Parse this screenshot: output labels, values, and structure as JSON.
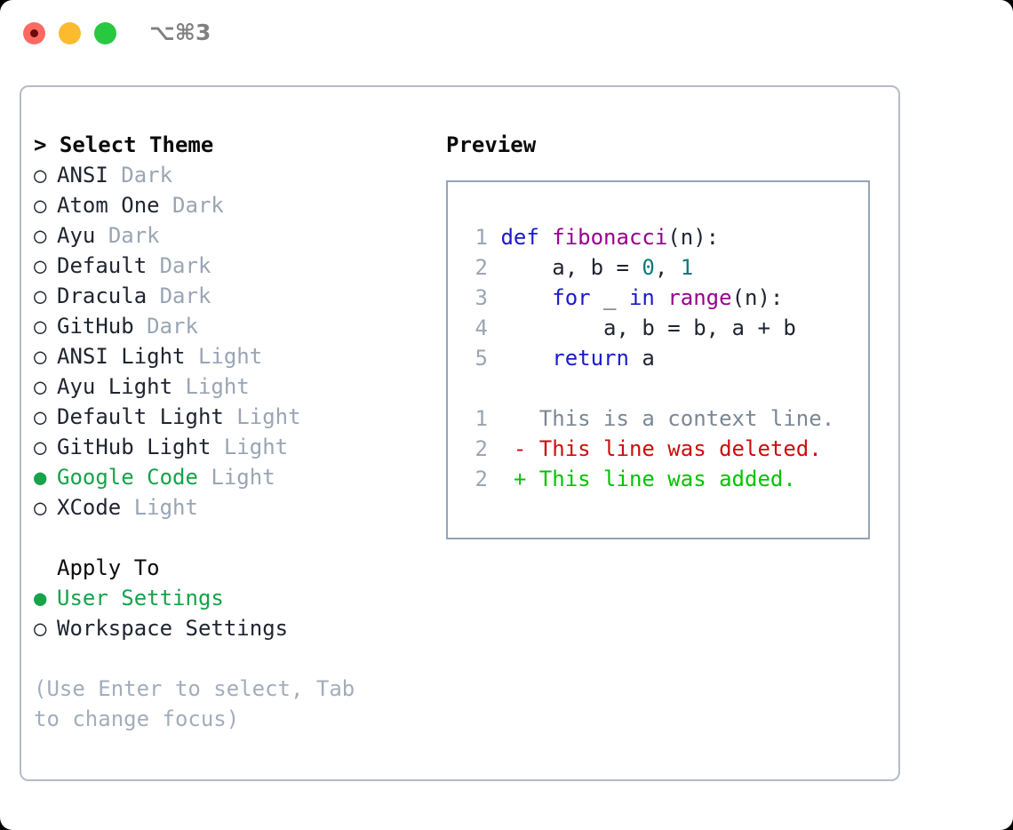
{
  "window": {
    "shortcut_label": "⌥⌘3",
    "traffic_lights": [
      {
        "name": "close",
        "color": "#fb6a62"
      },
      {
        "name": "minimize",
        "color": "#fcbb2e"
      },
      {
        "name": "maximize",
        "color": "#28c840"
      }
    ]
  },
  "theme_picker": {
    "prompt": "> Select Theme",
    "marker_selected": "●",
    "marker_unselected": "○",
    "items": [
      {
        "name": "ANSI",
        "variant": "Dark",
        "selected": false
      },
      {
        "name": "Atom One",
        "variant": "Dark",
        "selected": false
      },
      {
        "name": "Ayu",
        "variant": "Dark",
        "selected": false
      },
      {
        "name": "Default",
        "variant": "Dark",
        "selected": false
      },
      {
        "name": "Dracula",
        "variant": "Dark",
        "selected": false
      },
      {
        "name": "GitHub",
        "variant": "Dark",
        "selected": false
      },
      {
        "name": "ANSI Light",
        "variant": "Light",
        "selected": false
      },
      {
        "name": "Ayu Light",
        "variant": "Light",
        "selected": false
      },
      {
        "name": "Default Light",
        "variant": "Light",
        "selected": false
      },
      {
        "name": "GitHub Light",
        "variant": "Light",
        "selected": false
      },
      {
        "name": "Google Code",
        "variant": "Light",
        "selected": true
      },
      {
        "name": "XCode",
        "variant": "Light",
        "selected": false
      }
    ]
  },
  "apply_to": {
    "title": "Apply To",
    "items": [
      {
        "name": "User Settings",
        "selected": true
      },
      {
        "name": "Workspace Settings",
        "selected": false
      }
    ]
  },
  "hint": "(Use Enter to select, Tab to change focus)",
  "preview": {
    "title": "Preview",
    "code_lines": [
      {
        "number": "1",
        "tokens": [
          {
            "t": "def ",
            "k": "kw"
          },
          {
            "t": "fibonacci",
            "k": "fn"
          },
          {
            "t": "(n):",
            "k": "pl"
          }
        ]
      },
      {
        "number": "2",
        "tokens": [
          {
            "t": "    a, b = ",
            "k": "pl"
          },
          {
            "t": "0",
            "k": "num"
          },
          {
            "t": ", ",
            "k": "pl"
          },
          {
            "t": "1",
            "k": "num"
          }
        ]
      },
      {
        "number": "3",
        "tokens": [
          {
            "t": "    ",
            "k": "pl"
          },
          {
            "t": "for",
            "k": "kw"
          },
          {
            "t": " _ ",
            "k": "pl"
          },
          {
            "t": "in",
            "k": "kw"
          },
          {
            "t": " ",
            "k": "pl"
          },
          {
            "t": "range",
            "k": "fn"
          },
          {
            "t": "(n):",
            "k": "pl"
          }
        ]
      },
      {
        "number": "4",
        "tokens": [
          {
            "t": "        a, b = b, a + b",
            "k": "pl"
          }
        ]
      },
      {
        "number": "5",
        "tokens": [
          {
            "t": "    ",
            "k": "pl"
          },
          {
            "t": "return",
            "k": "kw"
          },
          {
            "t": " a",
            "k": "pl"
          }
        ]
      }
    ],
    "diff_lines": [
      {
        "number": "1",
        "sign": " ",
        "text": " This is a context line.",
        "kind": "context"
      },
      {
        "number": "2",
        "sign": "-",
        "text": " This line was deleted.",
        "kind": "deleted"
      },
      {
        "number": "2",
        "sign": "+",
        "text": " This line was added.",
        "kind": "added"
      }
    ]
  },
  "colors": {
    "accent_green": "#16a34a",
    "muted": "#9aa5b4",
    "keyword": "#1a1acc",
    "function": "#99008e",
    "number": "#0d7a7a",
    "diff_deleted": "#cc0d0d",
    "diff_added": "#00c400",
    "panel_border": "#b4bcc9",
    "preview_border": "#94a3b8"
  }
}
